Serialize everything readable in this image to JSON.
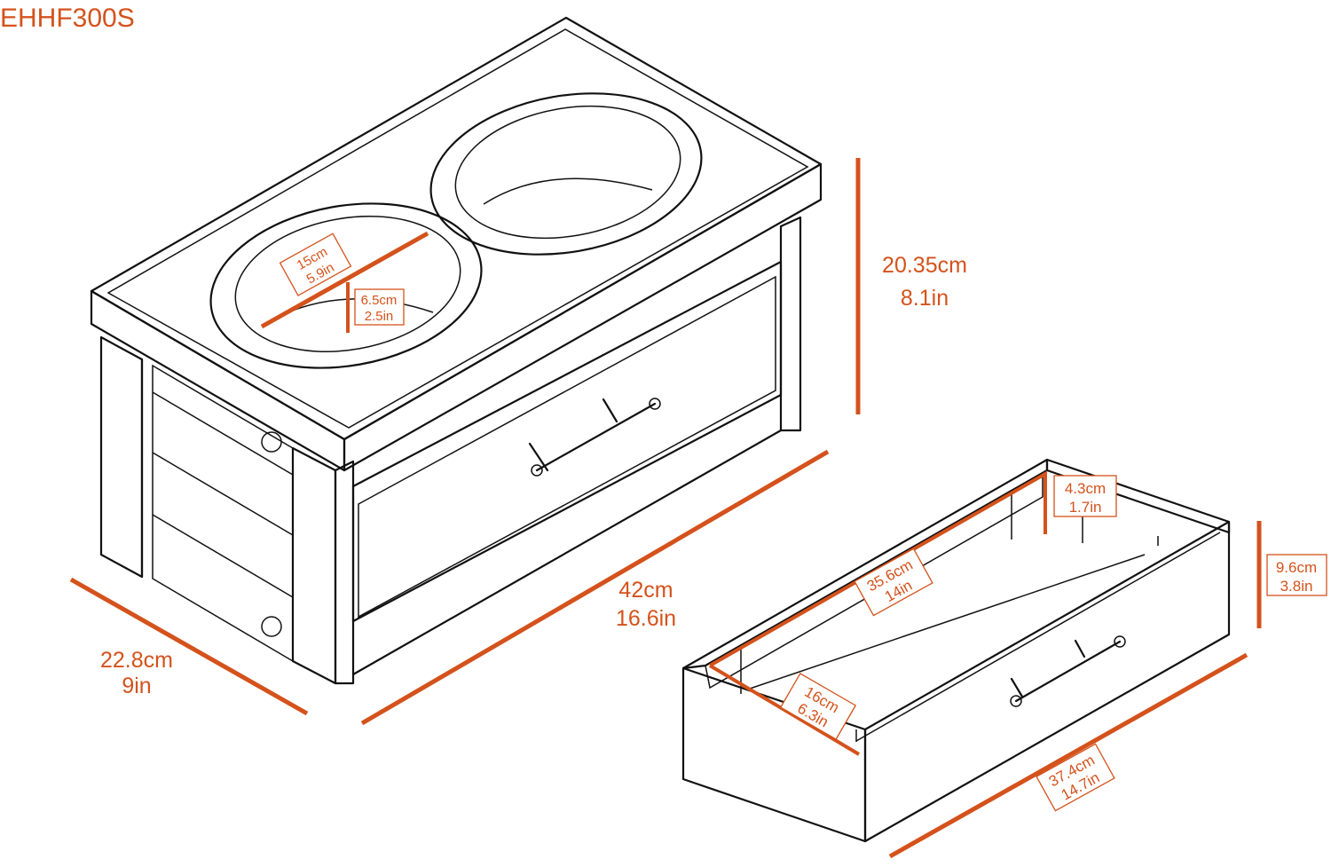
{
  "model": "EHHF300S",
  "colors": {
    "accent": "#d4521c",
    "line": "#111111",
    "background": "#ffffff"
  },
  "dimensions": {
    "height": {
      "cm": "20.35cm",
      "in": "8.1in"
    },
    "length": {
      "cm": "42cm",
      "in": "16.6in"
    },
    "depth": {
      "cm": "22.8cm",
      "in": "9in"
    },
    "bowl_diameter": {
      "cm": "15cm",
      "in": "5.9in"
    },
    "bowl_depth": {
      "cm": "6.5cm",
      "in": "2.5in"
    },
    "drawer_inner_height": {
      "cm": "4.3cm",
      "in": "1.7in"
    },
    "drawer_height": {
      "cm": "9.6cm",
      "in": "3.8in"
    },
    "drawer_inner_length": {
      "cm": "35.6cm",
      "in": "14in"
    },
    "drawer_inner_depth": {
      "cm": "16cm",
      "in": "6.3in"
    },
    "drawer_length": {
      "cm": "37.4cm",
      "in": "14.7in"
    }
  }
}
